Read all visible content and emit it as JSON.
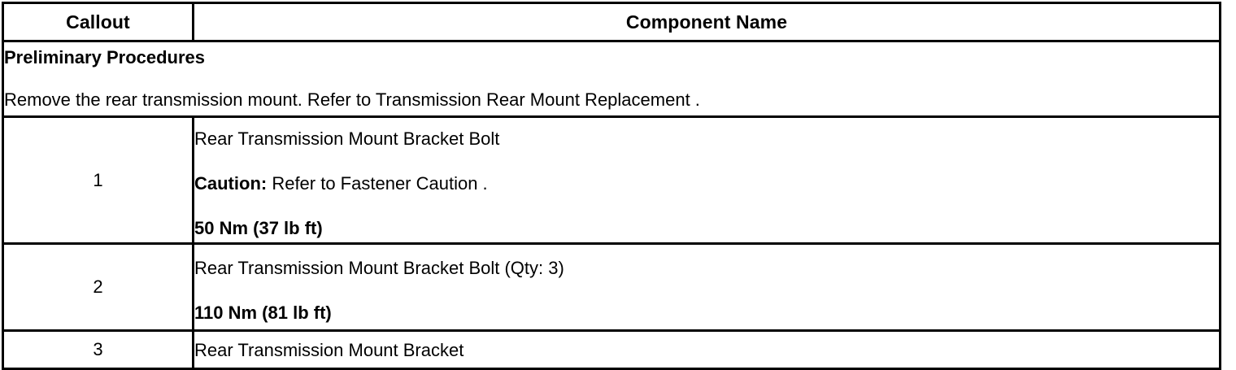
{
  "table": {
    "columns": [
      {
        "key": "callout",
        "header": "Callout",
        "align": "center"
      },
      {
        "key": "component_name",
        "header": "Component Name",
        "align": "center"
      }
    ],
    "preliminary": {
      "title": "Preliminary Procedures",
      "text": "Remove the rear transmission mount. Refer to Transmission Rear Mount Replacement ."
    },
    "rows": [
      {
        "callout": "1",
        "lines": [
          {
            "text": "Rear Transmission Mount Bracket Bolt",
            "bold": false
          },
          {
            "label": "Caution:",
            "text": " Refer to Fastener Caution .",
            "bold": false
          },
          {
            "text": "50 Nm (37 lb ft)",
            "bold": true
          }
        ]
      },
      {
        "callout": "2",
        "lines": [
          {
            "text": "Rear Transmission Mount Bracket Bolt (Qty: 3)",
            "bold": false
          },
          {
            "text": "110 Nm (81 lb ft)",
            "bold": true
          }
        ]
      },
      {
        "callout": "3",
        "lines": [
          {
            "text": "Rear Transmission Mount Bracket",
            "bold": false
          }
        ]
      }
    ]
  },
  "colors": {
    "border": "#000000",
    "text": "#000000",
    "background": "#ffffff"
  }
}
